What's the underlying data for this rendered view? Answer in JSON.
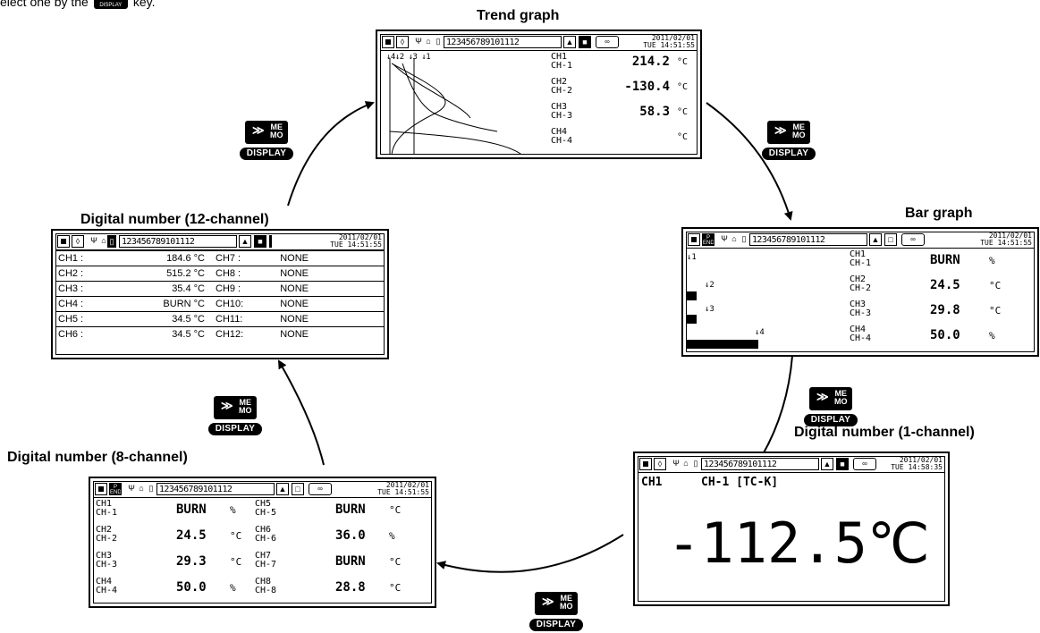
{
  "intro": {
    "text_before": "elect one by the",
    "key_label": "DISPLAY",
    "text_after": "key."
  },
  "memo_key": {
    "chevron": "≫",
    "memo_line1": "ME",
    "memo_line2": "MO",
    "display": "DISPLAY"
  },
  "status": {
    "channels": "123456789101112",
    "date": "2011/02/01",
    "time_a": "TUE 14:51:55",
    "time_b": "TUE 14:58:35",
    "p_end_top": "P",
    "p_end_bottom": "END"
  },
  "trend": {
    "title": "Trend graph",
    "markers": "↓4↓2 ↓3 ↓1",
    "rows": [
      {
        "ch": "CH1",
        "tag": "CH-1",
        "value": "214.2",
        "unit": "°C"
      },
      {
        "ch": "CH2",
        "tag": "CH-2",
        "value": "-130.4",
        "unit": "°C"
      },
      {
        "ch": "CH3",
        "tag": "CH-3",
        "value": "58.3",
        "unit": "°C"
      },
      {
        "ch": "CH4",
        "tag": "CH-4",
        "value": "",
        "unit": "°C"
      }
    ]
  },
  "bar": {
    "title": "Bar graph",
    "markers": [
      "↓1",
      "↓2",
      "↓3",
      "↓4"
    ],
    "levels": [
      0.0,
      0.07,
      0.07,
      0.5
    ],
    "rows": [
      {
        "ch": "CH1",
        "tag": "CH-1",
        "value": "BURN",
        "unit": "%"
      },
      {
        "ch": "CH2",
        "tag": "CH-2",
        "value": "24.5",
        "unit": "°C"
      },
      {
        "ch": "CH3",
        "tag": "CH-3",
        "value": "29.8",
        "unit": "°C"
      },
      {
        "ch": "CH4",
        "tag": "CH-4",
        "value": "50.0",
        "unit": "%"
      }
    ]
  },
  "dn1": {
    "title": "Digital number (1-channel)",
    "ch": "CH1",
    "tag_type": "CH-1 [TC-K]",
    "value": "-112.5℃"
  },
  "dn8": {
    "title": "Digital number (8-channel)",
    "rows": [
      {
        "ch": "CH1",
        "tag": "CH-1",
        "value": "BURN",
        "unit": "%"
      },
      {
        "ch": "CH2",
        "tag": "CH-2",
        "value": "24.5",
        "unit": "°C"
      },
      {
        "ch": "CH3",
        "tag": "CH-3",
        "value": "29.3",
        "unit": "°C"
      },
      {
        "ch": "CH4",
        "tag": "CH-4",
        "value": "50.0",
        "unit": "%"
      },
      {
        "ch": "CH5",
        "tag": "CH-5",
        "value": "BURN",
        "unit": "°C"
      },
      {
        "ch": "CH6",
        "tag": "CH-6",
        "value": "36.0",
        "unit": "%"
      },
      {
        "ch": "CH7",
        "tag": "CH-7",
        "value": "BURN",
        "unit": "°C"
      },
      {
        "ch": "CH8",
        "tag": "CH-8",
        "value": "28.8",
        "unit": "°C"
      }
    ]
  },
  "dn12": {
    "title": "Digital number (12-channel)",
    "rows": [
      {
        "l": "CH1  :",
        "v": "184.6 °C",
        "r": "CH7  :",
        "rv": "NONE"
      },
      {
        "l": "CH2  :",
        "v": "515.2 °C",
        "r": "CH8  :",
        "rv": "NONE"
      },
      {
        "l": "CH3  :",
        "v": "35.4 °C",
        "r": "CH9  :",
        "rv": "NONE"
      },
      {
        "l": "CH4  :",
        "v": "BURN °C",
        "r": "CH10:",
        "rv": "NONE"
      },
      {
        "l": "CH5  :",
        "v": "34.5 °C",
        "r": "CH11:",
        "rv": "NONE"
      },
      {
        "l": "CH6  :",
        "v": "34.5 °C",
        "r": "CH12:",
        "rv": "NONE"
      }
    ]
  }
}
